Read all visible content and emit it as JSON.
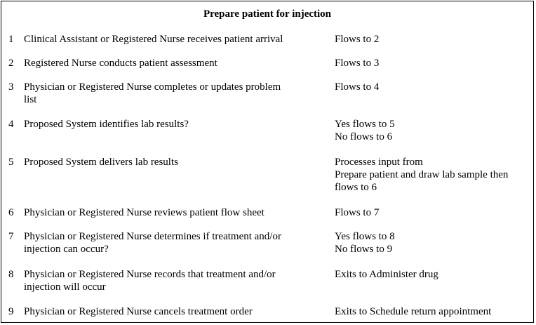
{
  "title": "Prepare patient for injection",
  "rows": [
    {
      "num": "1",
      "step": [
        "Clinical Assistant or Registered Nurse receives patient arrival"
      ],
      "flow": [
        "Flows to 2"
      ]
    },
    {
      "num": "2",
      "step": [
        "Registered Nurse conducts patient assessment"
      ],
      "flow": [
        "Flows to 3"
      ]
    },
    {
      "num": "3",
      "step": [
        "Physician or Registered Nurse completes or updates problem",
        "list"
      ],
      "flow": [
        "Flows to 4"
      ]
    },
    {
      "num": "4",
      "step": [
        "Proposed System identifies lab results?"
      ],
      "flow": [
        "Yes flows to 5",
        "No flows to 6"
      ]
    },
    {
      "num": "5",
      "step": [
        "Proposed System delivers lab results"
      ],
      "flow": [
        "Processes input from",
        "Prepare patient and draw lab sample then",
        "flows to 6"
      ]
    },
    {
      "num": "6",
      "step": [
        "Physician or Registered Nurse reviews patient flow sheet"
      ],
      "flow": [
        "Flows to 7"
      ]
    },
    {
      "num": "7",
      "step": [
        "Physician or Registered Nurse determines if treatment and/or",
        "injection can occur?"
      ],
      "flow": [
        "Yes flows to 8",
        "No flows to 9"
      ]
    },
    {
      "num": "8",
      "step": [
        "Physician or Registered Nurse records that treatment and/or",
        "injection will occur"
      ],
      "flow": [
        "Exits to Administer drug"
      ]
    },
    {
      "num": "9",
      "step": [
        "Physician or Registered Nurse cancels treatment order"
      ],
      "flow": [
        "Exits to Schedule return appointment"
      ]
    }
  ]
}
